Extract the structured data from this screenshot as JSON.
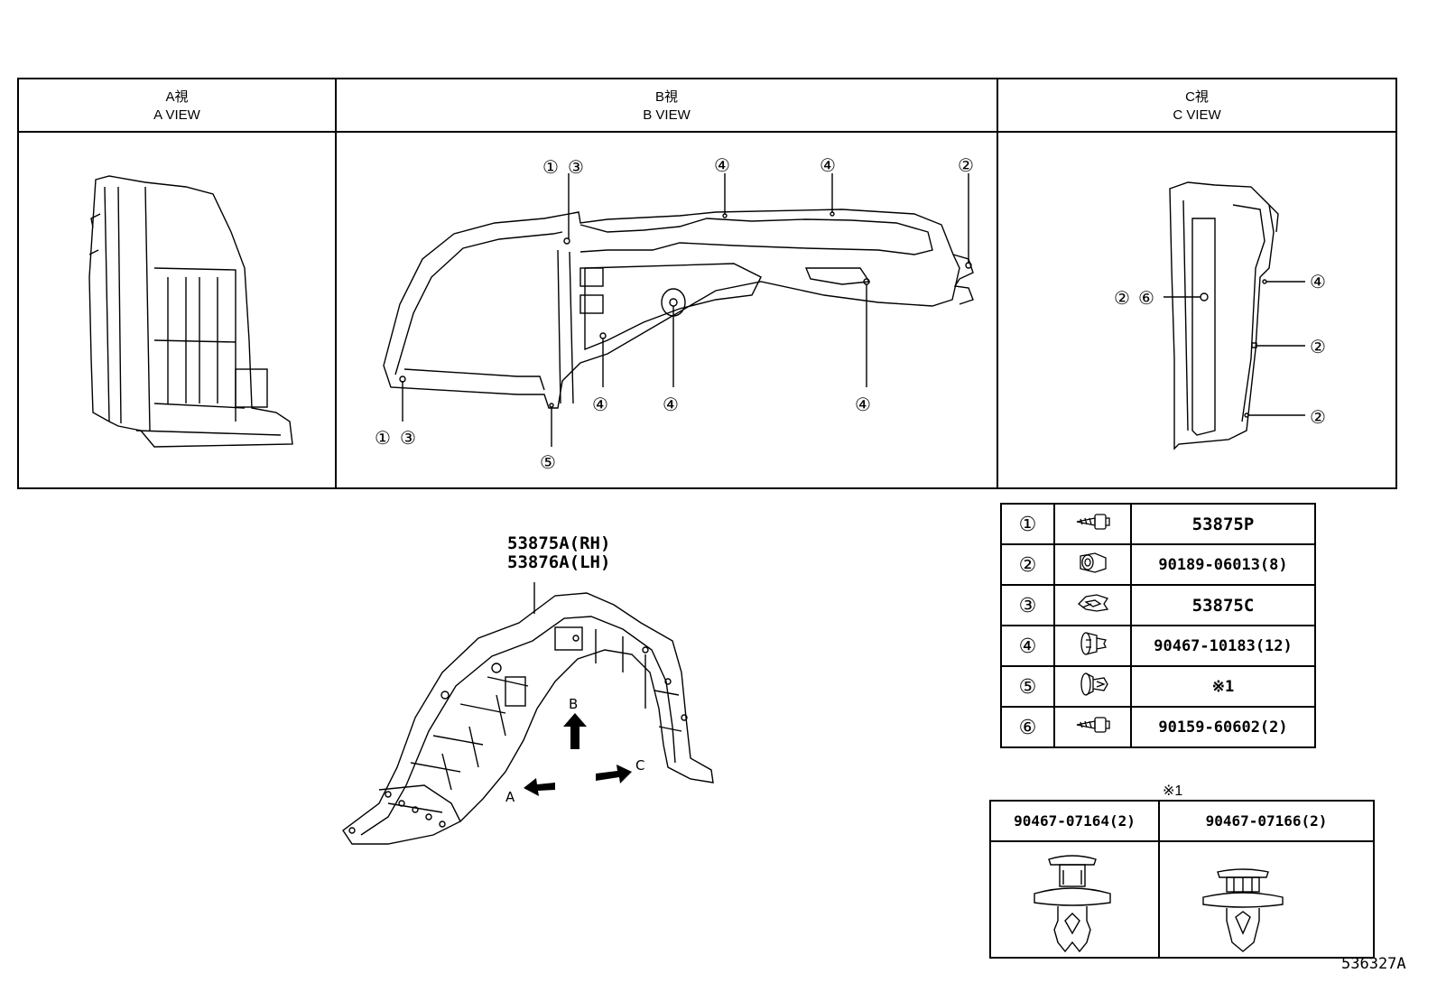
{
  "views": [
    {
      "jp": "A視",
      "en": "A VIEW"
    },
    {
      "jp": "B視",
      "en": "B VIEW"
    },
    {
      "jp": "C視",
      "en": "C VIEW"
    }
  ],
  "callouts": {
    "c1": "①",
    "c2": "②",
    "c3": "③",
    "c4": "④",
    "c5": "⑤",
    "c6": "⑥"
  },
  "main_part": {
    "rh": "53875A(RH)",
    "lh": "53876A(LH)"
  },
  "arrows": {
    "a": "A",
    "b": "B",
    "c": "C"
  },
  "legend": [
    {
      "num": "①",
      "icon": "screw-icon",
      "part": "53875P"
    },
    {
      "num": "②",
      "icon": "nut-icon",
      "part": "90189-06013(8)"
    },
    {
      "num": "③",
      "icon": "clip-nut-icon",
      "part": "53875C"
    },
    {
      "num": "④",
      "icon": "push-clip-icon",
      "part": "90467-10183(12)"
    },
    {
      "num": "⑤",
      "icon": "push-rivet-icon",
      "part": "※1"
    },
    {
      "num": "⑥",
      "icon": "screw-icon",
      "part": "90159-60602(2)"
    }
  ],
  "note": {
    "mark": "※1",
    "options": [
      {
        "part": "90467-07164(2)",
        "icon": "clip-07164-icon"
      },
      {
        "part": "90467-07166(2)",
        "icon": "clip-07166-icon"
      }
    ]
  },
  "ref_code": "536327A"
}
